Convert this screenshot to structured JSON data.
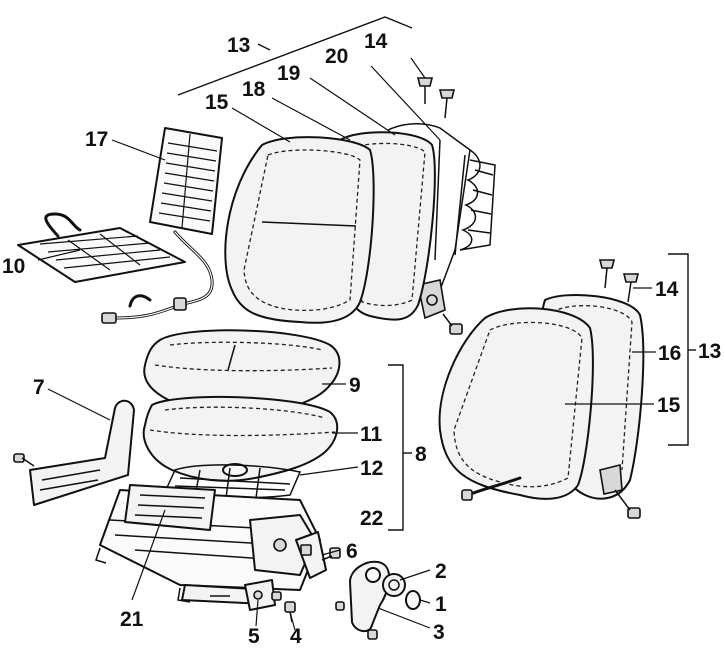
{
  "diagram": {
    "callouts": [
      {
        "id": "13a",
        "text": "13"
      },
      {
        "id": "14a",
        "text": "14"
      },
      {
        "id": "20",
        "text": "20"
      },
      {
        "id": "19",
        "text": "19"
      },
      {
        "id": "18",
        "text": "18"
      },
      {
        "id": "15a",
        "text": "15"
      },
      {
        "id": "17",
        "text": "17"
      },
      {
        "id": "10",
        "text": "10"
      },
      {
        "id": "14b",
        "text": "14"
      },
      {
        "id": "16",
        "text": "16"
      },
      {
        "id": "13b",
        "text": "13"
      },
      {
        "id": "15b",
        "text": "15"
      },
      {
        "id": "9",
        "text": "9"
      },
      {
        "id": "7",
        "text": "7"
      },
      {
        "id": "11",
        "text": "11"
      },
      {
        "id": "8",
        "text": "8"
      },
      {
        "id": "12",
        "text": "12"
      },
      {
        "id": "22",
        "text": "22"
      },
      {
        "id": "6",
        "text": "6"
      },
      {
        "id": "2",
        "text": "2"
      },
      {
        "id": "1",
        "text": "1"
      },
      {
        "id": "21",
        "text": "21"
      },
      {
        "id": "5",
        "text": "5"
      },
      {
        "id": "4",
        "text": "4"
      },
      {
        "id": "3",
        "text": "3"
      }
    ]
  }
}
